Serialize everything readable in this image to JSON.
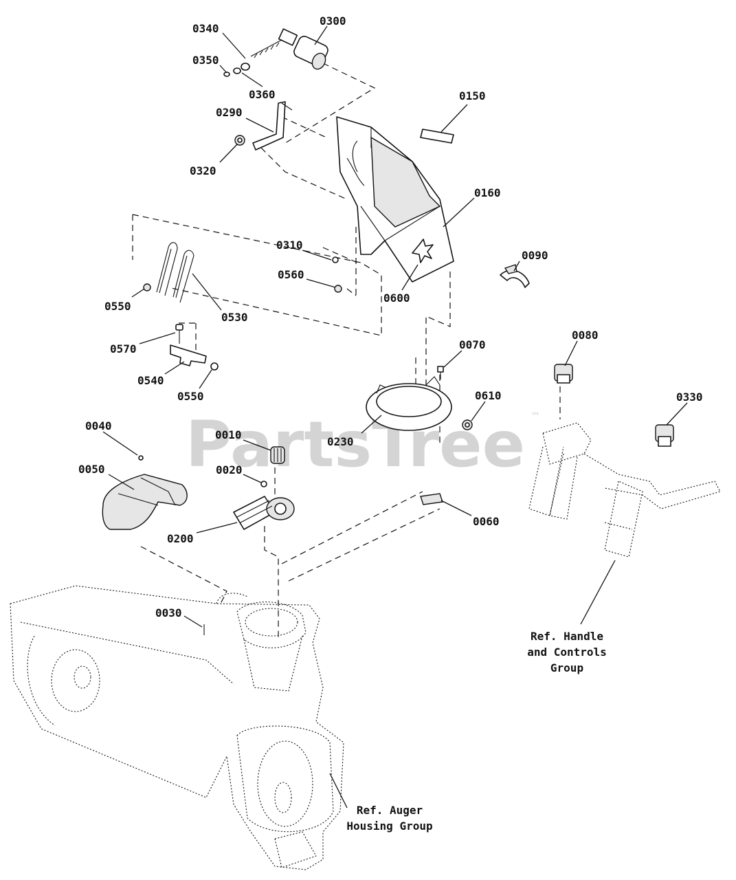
{
  "watermark": {
    "text": "PartsTree",
    "trademark": "™"
  },
  "callouts": [
    {
      "id": "0340",
      "text": "0340"
    },
    {
      "id": "0300",
      "text": "0300"
    },
    {
      "id": "0350",
      "text": "0350"
    },
    {
      "id": "0360",
      "text": "0360"
    },
    {
      "id": "0290",
      "text": "0290"
    },
    {
      "id": "0150",
      "text": "0150"
    },
    {
      "id": "0320",
      "text": "0320"
    },
    {
      "id": "0160",
      "text": "0160"
    },
    {
      "id": "0310",
      "text": "0310"
    },
    {
      "id": "0090",
      "text": "0090"
    },
    {
      "id": "0560",
      "text": "0560"
    },
    {
      "id": "0550a",
      "text": "0550"
    },
    {
      "id": "0530",
      "text": "0530"
    },
    {
      "id": "0600",
      "text": "0600"
    },
    {
      "id": "0070",
      "text": "0070"
    },
    {
      "id": "0080",
      "text": "0080"
    },
    {
      "id": "0570",
      "text": "0570"
    },
    {
      "id": "0540",
      "text": "0540"
    },
    {
      "id": "0550b",
      "text": "0550"
    },
    {
      "id": "0610",
      "text": "0610"
    },
    {
      "id": "0330",
      "text": "0330"
    },
    {
      "id": "0230",
      "text": "0230"
    },
    {
      "id": "0040",
      "text": "0040"
    },
    {
      "id": "0010",
      "text": "0010"
    },
    {
      "id": "0050",
      "text": "0050"
    },
    {
      "id": "0020",
      "text": "0020"
    },
    {
      "id": "0060",
      "text": "0060"
    },
    {
      "id": "0200",
      "text": "0200"
    },
    {
      "id": "0030",
      "text": "0030"
    }
  ],
  "references": {
    "handle": [
      "Ref. Handle",
      "and Controls",
      "Group"
    ],
    "auger": [
      "Ref. Auger",
      "Housing Group"
    ]
  }
}
